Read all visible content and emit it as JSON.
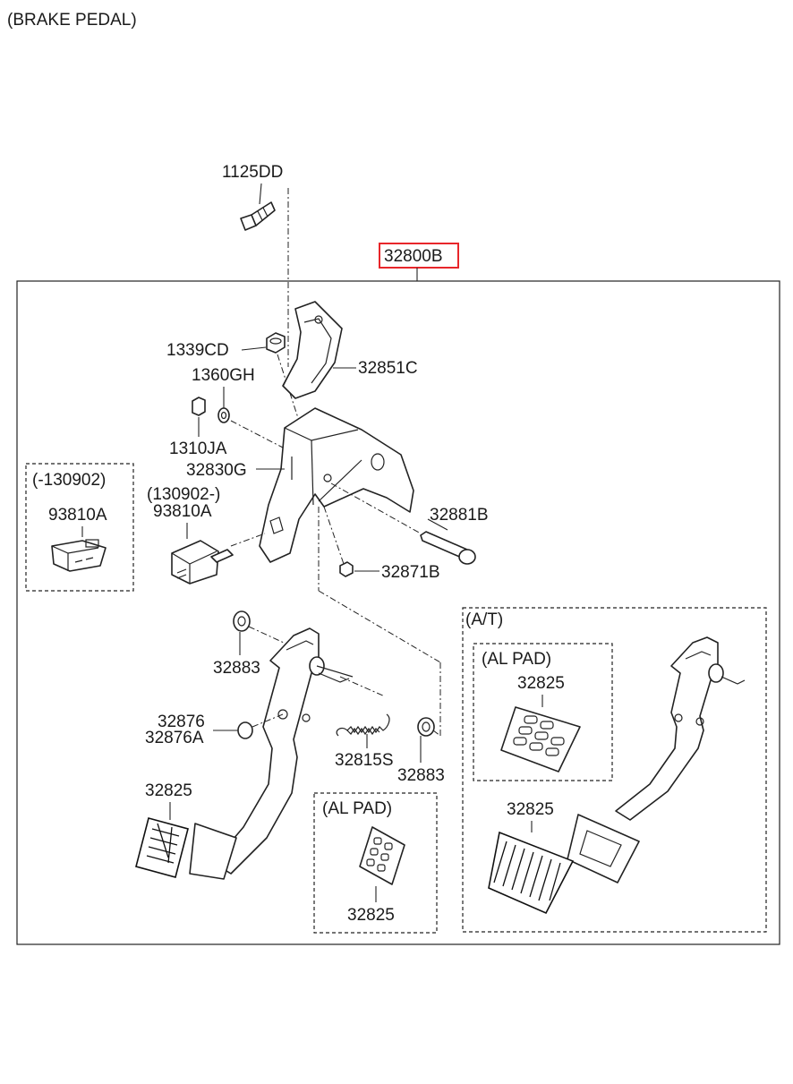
{
  "title": "(BRAKE PEDAL)",
  "highlight_color": "#e8262a",
  "assembly": {
    "code": "32800B"
  },
  "labels": {
    "bolt": "1125DD",
    "nut": "1339CD",
    "washer": "1360GH",
    "nut2": "1310JA",
    "bracket": "32830G",
    "reinforcement": "32851C",
    "pin": "32881B",
    "screw": "32871B",
    "bushing_upper": "32883",
    "bushing_lower": "32883",
    "stopper_a": "32876",
    "stopper_b": "32876A",
    "spring": "32815S",
    "pad_main": "32825",
    "pad_alpad_mid": "32825",
    "pad_alpad_at": "32825",
    "pad_at": "32825",
    "switch_new": "93810A",
    "switch_old": "93810A"
  },
  "groups": {
    "old_switch": "(-130902)",
    "new_switch": "(130902-)",
    "al_pad_mid": "(AL PAD)",
    "at": "(A/T)",
    "al_pad_at": "(AL PAD)"
  }
}
